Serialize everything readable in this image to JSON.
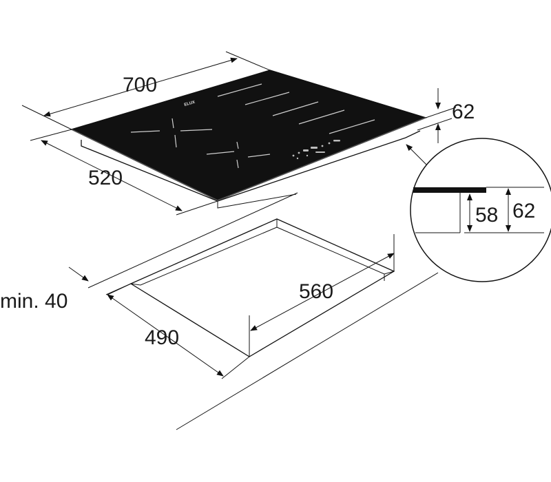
{
  "dimensions": {
    "width": "700",
    "depth": "520",
    "height_total": "62",
    "detail_thickness_inner": "58",
    "detail_thickness_outer": "62",
    "cutout_width": "560",
    "cutout_depth": "490",
    "min_front_distance": "min. 40"
  },
  "colors": {
    "hob_glass": "#111111",
    "line": "#111111",
    "background": "#ffffff"
  }
}
